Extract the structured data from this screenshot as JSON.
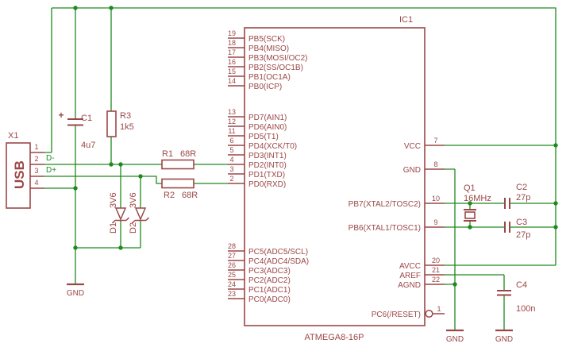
{
  "colors": {
    "wire_green": "#1e8a1e",
    "part_maroon": "#9c4747",
    "background": "#ffffff"
  },
  "usb": {
    "ref": "X1",
    "label": "USB",
    "pin_numbers": [
      "1",
      "2",
      "3",
      "4"
    ]
  },
  "nets": {
    "dminus_label": "D-",
    "dplus_label": "D+"
  },
  "parts": {
    "c1": {
      "name": "C1",
      "value": "4u7",
      "polarity_mark": "+"
    },
    "r1": {
      "name": "R1",
      "value": "68R"
    },
    "r2": {
      "name": "R2",
      "value": "68R"
    },
    "r3": {
      "name": "R3",
      "value": "1k5"
    },
    "d1": {
      "name": "D1",
      "value": "3V6"
    },
    "d2": {
      "name": "D2",
      "value": "3V6"
    },
    "q1": {
      "name": "Q1",
      "value": "16MHz"
    },
    "c2": {
      "name": "C2",
      "value": "27p"
    },
    "c3": {
      "name": "C3",
      "value": "27p"
    },
    "c4": {
      "name": "C4",
      "value": "100n"
    }
  },
  "ic": {
    "ref": "IC1",
    "part_number": "ATMEGA8-16P",
    "left_pins": [
      {
        "num": "19",
        "name": "PB5(SCK)"
      },
      {
        "num": "18",
        "name": "PB4(MISO)"
      },
      {
        "num": "17",
        "name": "PB3(MOSI/OC2)"
      },
      {
        "num": "16",
        "name": "PB2(SS/OC1B)"
      },
      {
        "num": "15",
        "name": "PB1(OC1A)"
      },
      {
        "num": "14",
        "name": "PB0(ICP)"
      },
      {
        "num": "13",
        "name": "PD7(AIN1)"
      },
      {
        "num": "12",
        "name": "PD6(AIN0)"
      },
      {
        "num": "11",
        "name": "PD5(T1)"
      },
      {
        "num": "6",
        "name": "PD4(XCK/T0)"
      },
      {
        "num": "5",
        "name": "PD3(INT1)"
      },
      {
        "num": "4",
        "name": "PD2(INT0)"
      },
      {
        "num": "3",
        "name": "PD1(TXD)"
      },
      {
        "num": "2",
        "name": "PD0(RXD)"
      },
      {
        "num": "28",
        "name": "PC5(ADC5/SCL)"
      },
      {
        "num": "27",
        "name": "PC4(ADC4/SDA)"
      },
      {
        "num": "26",
        "name": "PC3(ADC3)"
      },
      {
        "num": "25",
        "name": "PC2(ADC2)"
      },
      {
        "num": "24",
        "name": "PC1(ADC1)"
      },
      {
        "num": "23",
        "name": "PC0(ADC0)"
      }
    ],
    "right_pins": [
      {
        "num": "7",
        "name": "VCC"
      },
      {
        "num": "8",
        "name": "GND"
      },
      {
        "num": "10",
        "name": "PB7(XTAL2/TOSC2)"
      },
      {
        "num": "9",
        "name": "PB6(XTAL1/TOSC1)"
      },
      {
        "num": "20",
        "name": "AVCC"
      },
      {
        "num": "21",
        "name": "AREF"
      },
      {
        "num": "22",
        "name": "AGND"
      },
      {
        "num": "1",
        "name": "PC6(/RESET)"
      }
    ]
  },
  "grounds": {
    "g1": "GND",
    "g2": "GND",
    "g3": "GND"
  }
}
